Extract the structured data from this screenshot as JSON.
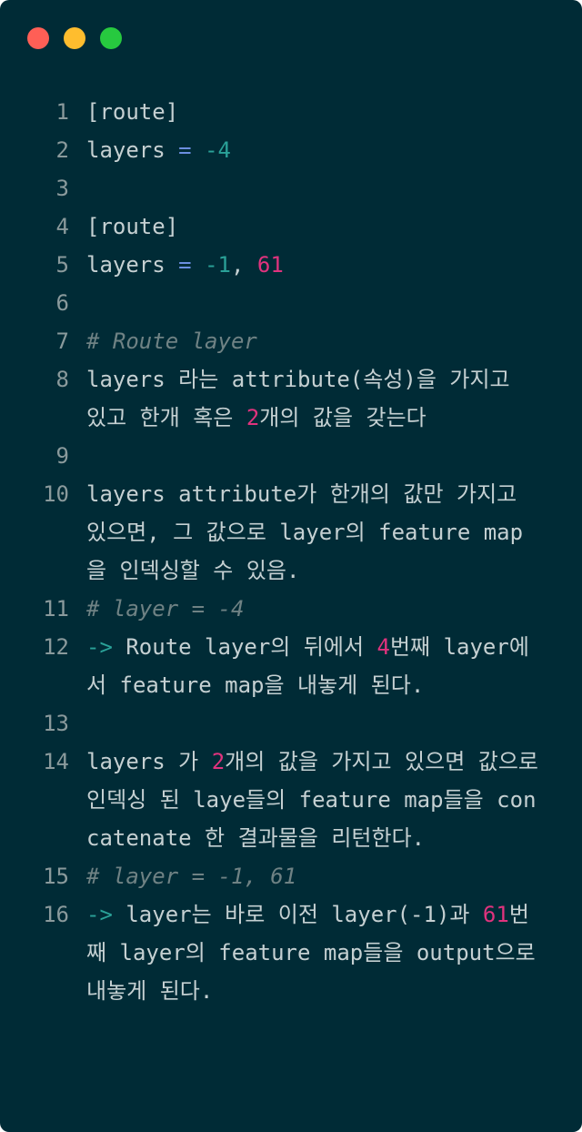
{
  "window": {
    "controls": [
      {
        "name": "close",
        "color": "#ff5f56"
      },
      {
        "name": "minimize",
        "color": "#ffbd2e"
      },
      {
        "name": "maximize",
        "color": "#27c93f"
      }
    ]
  },
  "code": {
    "lines": [
      {
        "n": "1",
        "parts": [
          {
            "t": "[route]",
            "c": ""
          }
        ]
      },
      {
        "n": "2",
        "parts": [
          {
            "t": "layers ",
            "c": ""
          },
          {
            "t": "=",
            "c": "tk-op"
          },
          {
            "t": " ",
            "c": ""
          },
          {
            "t": "-4",
            "c": "tk-num-cyan"
          }
        ]
      },
      {
        "n": "3",
        "parts": []
      },
      {
        "n": "4",
        "parts": [
          {
            "t": "[route]",
            "c": ""
          }
        ]
      },
      {
        "n": "5",
        "parts": [
          {
            "t": "layers ",
            "c": ""
          },
          {
            "t": "=",
            "c": "tk-op"
          },
          {
            "t": " ",
            "c": ""
          },
          {
            "t": "-1",
            "c": "tk-num-cyan"
          },
          {
            "t": ", ",
            "c": ""
          },
          {
            "t": "61",
            "c": "tk-num-pink"
          }
        ]
      },
      {
        "n": "6",
        "parts": []
      },
      {
        "n": "7",
        "parts": [
          {
            "t": "# Route layer",
            "c": "comment"
          }
        ]
      },
      {
        "n": "8",
        "parts": [
          {
            "t": "layers 라는 attribute(속성)을 가지고 있고 한개 혹은 ",
            "c": ""
          },
          {
            "t": "2",
            "c": "tk-num-pink"
          },
          {
            "t": "개의 값을 갖는다",
            "c": ""
          }
        ]
      },
      {
        "n": "9",
        "parts": []
      },
      {
        "n": "10",
        "parts": [
          {
            "t": "layers attribute가 한개의 값만 가지고 있으면, 그 값으로 layer의 feature map을 인덱싱할 수 있음.",
            "c": ""
          }
        ]
      },
      {
        "n": "11",
        "parts": [
          {
            "t": "# layer = -4",
            "c": "comment"
          }
        ]
      },
      {
        "n": "12",
        "parts": [
          {
            "t": "->",
            "c": "tk-arrow"
          },
          {
            "t": " Route layer의 뒤에서 ",
            "c": ""
          },
          {
            "t": "4",
            "c": "tk-num-pink"
          },
          {
            "t": "번째 layer에서 feature map을 내놓게 된다.",
            "c": ""
          }
        ]
      },
      {
        "n": "13",
        "parts": []
      },
      {
        "n": "14",
        "parts": [
          {
            "t": "layers 가 ",
            "c": ""
          },
          {
            "t": "2",
            "c": "tk-num-pink"
          },
          {
            "t": "개의 값을 가지고 있으면 값으로 인덱싱 된 laye들의 feature map들을 concatenate 한 결과물을 리턴한다.",
            "c": ""
          }
        ]
      },
      {
        "n": "15",
        "parts": [
          {
            "t": "# layer = -1, 61",
            "c": "comment"
          }
        ]
      },
      {
        "n": "16",
        "parts": [
          {
            "t": "->",
            "c": "tk-arrow"
          },
          {
            "t": " layer는 바로 이전 layer(-1)과 ",
            "c": ""
          },
          {
            "t": "61",
            "c": "tk-num-pink"
          },
          {
            "t": "번째 layer의 feature map들을 output으로 내놓게 된다.",
            "c": ""
          }
        ]
      }
    ]
  }
}
